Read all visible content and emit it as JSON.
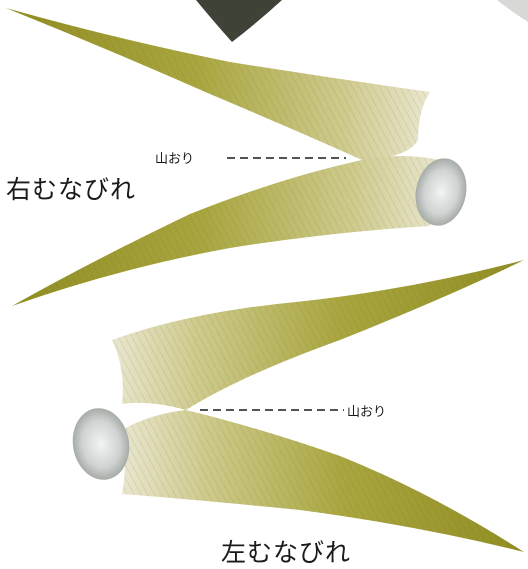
{
  "labels": {
    "right_fin": "右むなびれ",
    "left_fin": "左むなびれ",
    "mountain_fold": "山おり"
  },
  "colors": {
    "fin_base": "#a8a540",
    "fin_pale": "#e6e3c4",
    "fin_dark": "#6b6a1c",
    "joint": "#d7dad9",
    "ink": "#1a1a1a"
  }
}
